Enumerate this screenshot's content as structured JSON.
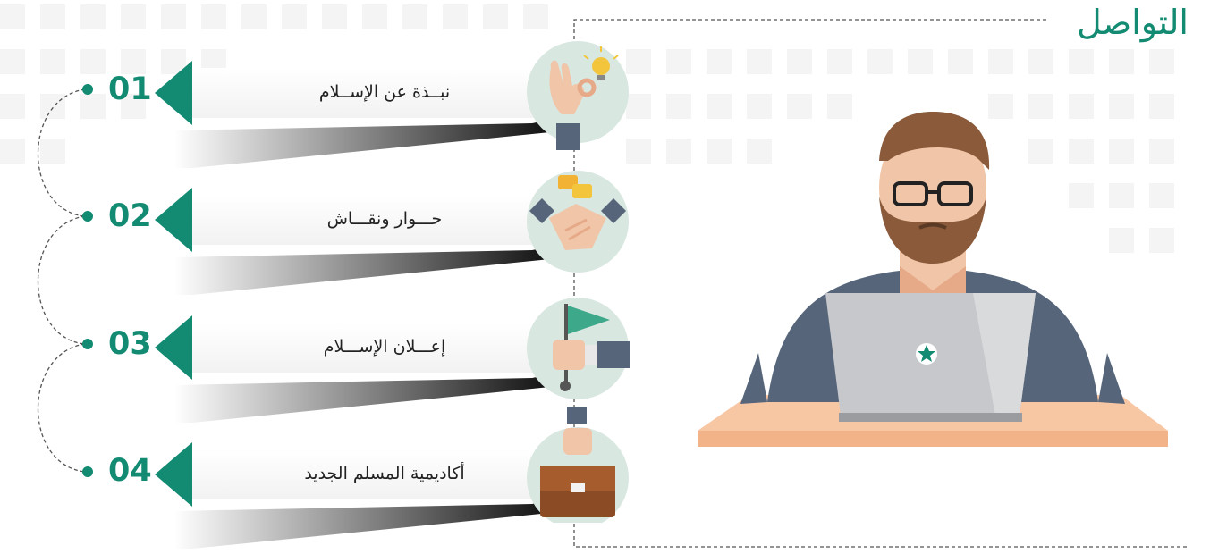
{
  "page": {
    "title": "التواصل"
  },
  "colors": {
    "accent": "#128b72",
    "text": "#222222",
    "skin": "#f1c5a8",
    "desk": "#f7c6a3",
    "laptop": "#c6c8cb",
    "shirt": "#56657a"
  },
  "items": [
    {
      "number": "01",
      "label": "نبــذة عن الإســلام",
      "icon": "ok-hand-idea-icon"
    },
    {
      "number": "02",
      "label": "حـــوار ونقـــاش",
      "icon": "handshake-chat-icon"
    },
    {
      "number": "03",
      "label": "إعـــلان الإســـلام",
      "icon": "hand-flag-icon"
    },
    {
      "number": "04",
      "label": "أكاديمية المسلم الجديد",
      "icon": "hand-briefcase-icon"
    }
  ],
  "illustration": {
    "icon": "man-laptop-icon",
    "logo": "star-logo-icon"
  }
}
